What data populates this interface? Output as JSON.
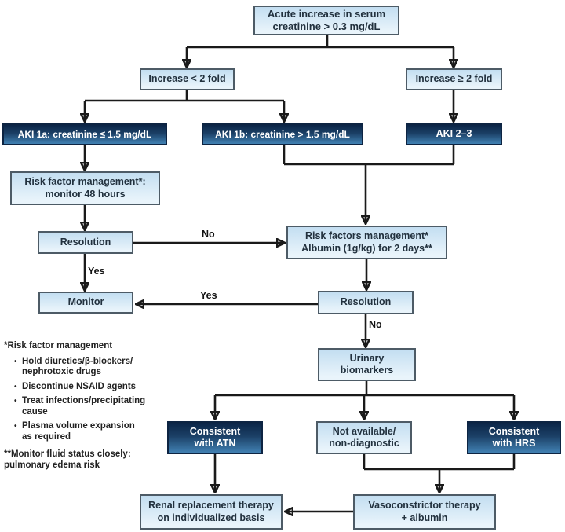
{
  "nodes": {
    "acute_increase": {
      "label": "Acute increase in serum\ncreatinine > 0.3 mg/dL"
    },
    "increase_lt_2fold": {
      "label": "Increase < 2 fold"
    },
    "increase_ge_2fold": {
      "label": "Increase ≥ 2 fold"
    },
    "aki_1a": {
      "label": "AKI 1a: creatinine ≤ 1.5 mg/dL"
    },
    "aki_1b": {
      "label": "AKI 1b: creatinine > 1.5 mg/dL"
    },
    "aki_2_3": {
      "label": "AKI 2–3"
    },
    "risk_factor_mgmt_48h": {
      "label": "Risk factor management*:\nmonitor 48 hours"
    },
    "resolution_left": {
      "label": "Resolution"
    },
    "risk_factors_albumin": {
      "label": "Risk factors management*\nAlbumin (1g/kg) for 2 days**"
    },
    "monitor": {
      "label": "Monitor"
    },
    "resolution_right": {
      "label": "Resolution"
    },
    "urinary_biomarkers": {
      "label": "Urinary\nbiomarkers"
    },
    "consistent_atn": {
      "label": "Consistent\nwith ATN"
    },
    "not_available": {
      "label": "Not available/\nnon-diagnostic"
    },
    "consistent_hrs": {
      "label": "Consistent\nwith HRS"
    },
    "renal_replacement": {
      "label": "Renal replacement therapy\non individualized basis"
    },
    "vasoconstrictor": {
      "label": "Vasoconstrictor therapy\n+ albumin"
    }
  },
  "edge_labels": {
    "no_resolution_left": "No",
    "yes_resolution_left": "Yes",
    "yes_resolution_right": "Yes",
    "no_resolution_right": "No"
  },
  "footnotes": {
    "bullet_glyph": "•",
    "risk_title": "*Risk factor management",
    "bullets": [
      "Hold diuretics/β-blockers/\nnephrotoxic drugs",
      "Discontinue NSAID agents",
      "Treat infections/precipitating\ncause",
      "Plasma volume expansion\nas required"
    ],
    "monitor_note": "**Monitor fluid status closely:\npulmonary edema risk"
  },
  "colors": {
    "dark_node_top": "#0b2547",
    "dark_node_bottom": "#4180b2",
    "light_node_top": "#c3def1",
    "light_node_bottom": "#e9f4fb",
    "light_border": "#4d5b66",
    "dark_border": "#0d2442",
    "line": "#1a1a1a"
  }
}
